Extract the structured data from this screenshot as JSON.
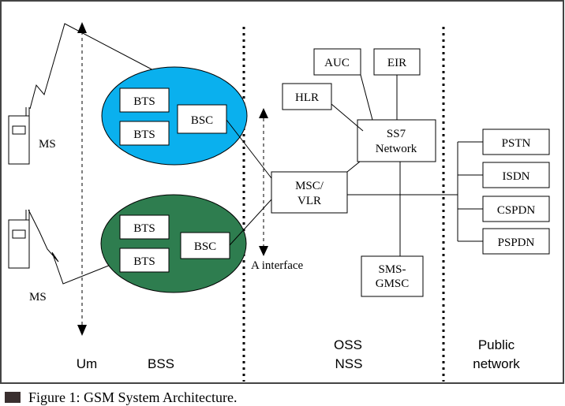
{
  "colors": {
    "bss_top_fill": "#0ab0ee",
    "bss_bottom_fill": "#2e7d4f",
    "caption_square": "#3a2f2f"
  },
  "diagram": {
    "ms_top_label": "MS",
    "ms_bottom_label": "MS",
    "bts_label": "BTS",
    "bsc_label": "BSC",
    "msc_line1": "MSC/",
    "msc_line2": "VLR",
    "hlr": "HLR",
    "auc": "AUC",
    "eir": "EIR",
    "ss7_line1": "SS7",
    "ss7_line2": "Network",
    "sms_line1": "SMS-",
    "sms_line2": "GMSC",
    "pstn": "PSTN",
    "isdn": "ISDN",
    "cspdn": "CSPDN",
    "pspdn": "PSPDN",
    "a_interface": "A interface",
    "um": "Um",
    "bss": "BSS",
    "oss": "OSS",
    "nss": "NSS",
    "public_line1": "Public",
    "public_line2": "network"
  },
  "caption": "Figure 1: GSM System Architecture."
}
